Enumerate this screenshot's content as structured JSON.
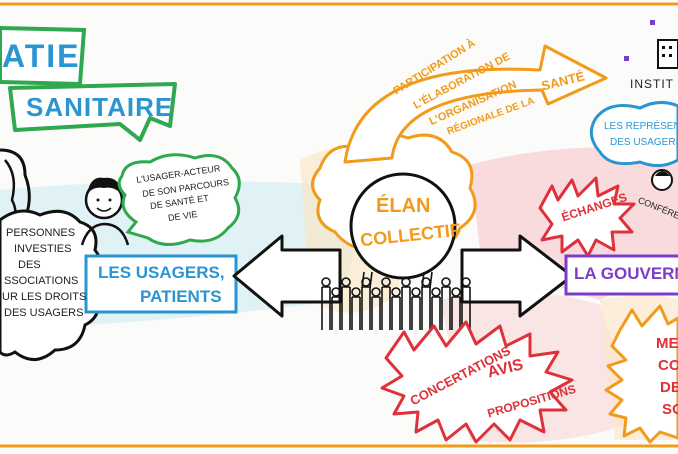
{
  "banner": {
    "line1": "ATIE",
    "line2": "SANITAIRE"
  },
  "left_cloud": {
    "lines": [
      "PERSONNES",
      "INVESTIES",
      "DES",
      "SSOCIATIONS",
      "UR LES DROITS",
      "DES USAGERS"
    ]
  },
  "speech_bubble": {
    "lines": [
      "L'USAGER-ACTEUR",
      "DE SON PARCOURS",
      "DE SANTÉ ET",
      "DE VIE"
    ]
  },
  "usagers_box": {
    "line1": "LES USAGERS,",
    "line2": "PATIENTS"
  },
  "center": {
    "line1": "ÉLAN",
    "line2": "COLLECTIF"
  },
  "participation_arrow": {
    "lines": [
      "PARTICIPATION À",
      "L'ÉLABORATION DE",
      "L'ORGANISATION",
      "RÉGIONALE DE LA"
    ],
    "end_word": "SANTÉ"
  },
  "right_top": {
    "institution": "INSTIT",
    "representants_line1": "LES REPRÉSENT",
    "representants_line2": "DES USAGERS",
    "conferences": "CONFÉRENCE"
  },
  "echanges": "ÉCHANGES",
  "gouvernance": "LA GOUVERN",
  "bottom_burst": {
    "line1": "CONCERTATIONS",
    "line2": "AVIS",
    "line3": "PROPOSITIONS"
  },
  "right_edge": {
    "lines": [
      "ME",
      "CO",
      "DE",
      "SO"
    ]
  },
  "colors": {
    "blue": "#2a95d1",
    "green": "#2fa84f",
    "orange": "#f29a1a",
    "red": "#e0303a",
    "purple": "#7d3cc7"
  }
}
